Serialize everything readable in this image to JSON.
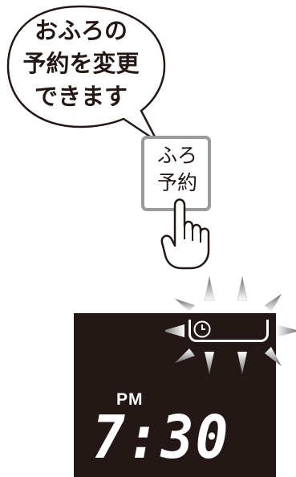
{
  "bubble": {
    "lines": [
      "おふろの",
      "予約を変更",
      "できます"
    ]
  },
  "button": {
    "lines": [
      "ふろ",
      "予約"
    ]
  },
  "display": {
    "meridiem": "PM",
    "time": "7:30"
  },
  "colors": {
    "panel": "#231815",
    "text": "#231815",
    "button_border": "#9a9a9a",
    "segment": "#ffffff"
  },
  "icons": [
    "speech-bubble",
    "pointing-hand-icon",
    "clock-icon",
    "blink-rays"
  ]
}
